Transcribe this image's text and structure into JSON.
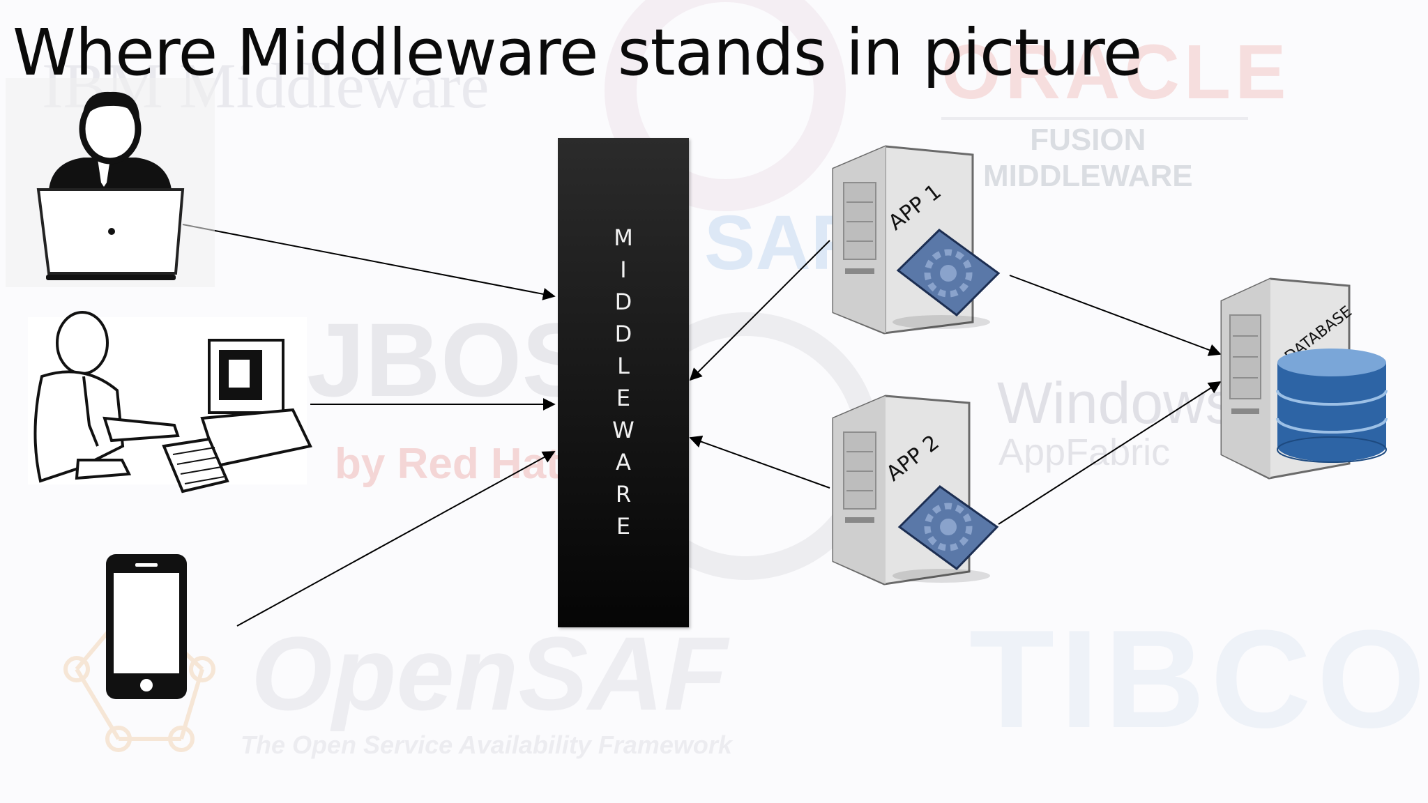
{
  "slide": {
    "title": "Where Middleware stands in picture",
    "background_color": "#fbfbfd"
  },
  "watermarks": {
    "ibm": "IBM Middleware",
    "oracle": "ORACLE",
    "fusion_line1": "FUSION",
    "fusion_line2": "MIDDLEWARE",
    "sap": "SAP",
    "jboss": "JBOSS",
    "redhat": "by Red Hat",
    "windows": "Windows",
    "appfabric": "AppFabric",
    "opensaf": "OpenSAF",
    "opensaf_tagline": "The Open Service Availability Framework",
    "tibco": "TIBCO"
  },
  "diagram": {
    "middleware_letters": [
      "M",
      "I",
      "D",
      "D",
      "L",
      "E",
      "W",
      "A",
      "R",
      "E"
    ],
    "clients": [
      {
        "name": "laptop-user",
        "icon": "laptop-user-icon"
      },
      {
        "name": "desktop-user",
        "icon": "desktop-user-icon"
      },
      {
        "name": "smartphone",
        "icon": "smartphone-icon"
      }
    ],
    "servers": [
      {
        "label": "APP 1",
        "icon": "app-server-icon"
      },
      {
        "label": "APP 2",
        "icon": "app-server-icon"
      }
    ],
    "database": {
      "label": "DATABASE",
      "icon": "database-icon"
    },
    "colors": {
      "middleware_box": "#050505",
      "server_body": "#d8d8d8",
      "gear_blue": "#5a78a8",
      "database_blue": "#2d64a5"
    }
  }
}
